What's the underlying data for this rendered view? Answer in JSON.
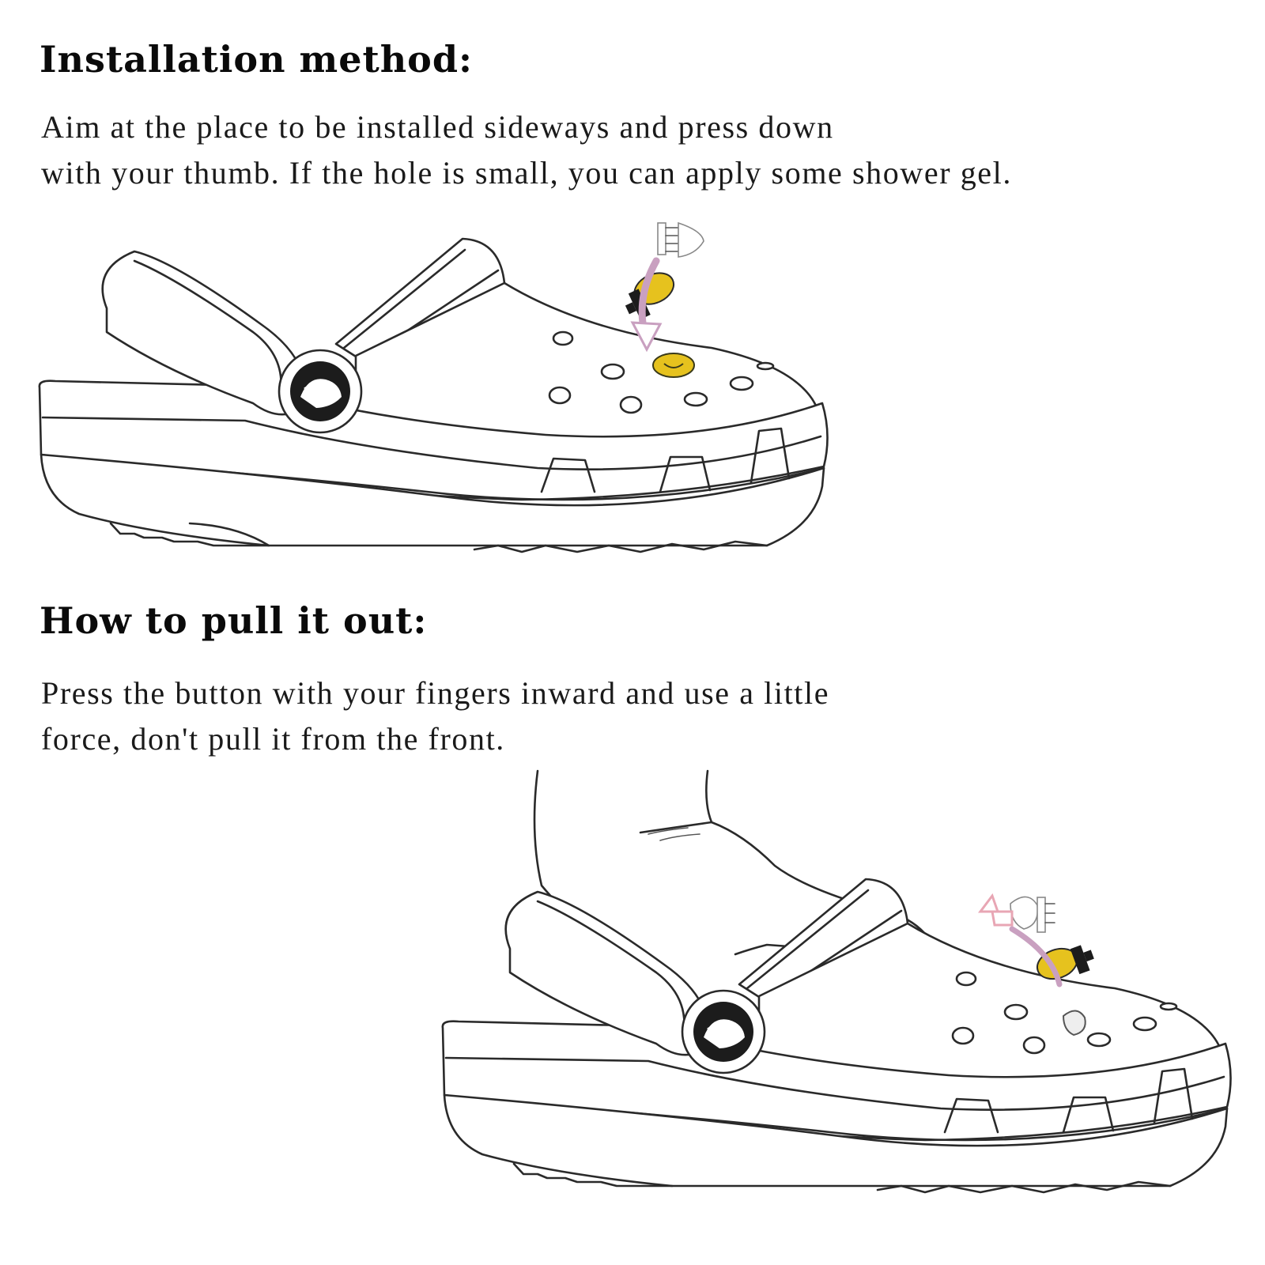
{
  "sections": [
    {
      "heading": "Installation method:",
      "lines": [
        "Aim at the place to be installed sideways and press down",
        "with your thumb. If the hole is small, you can apply some shower gel."
      ]
    },
    {
      "heading": "How to pull it out:",
      "lines": [
        "Press the button with your fingers inward and use a little",
        "force, don't pull it from the front."
      ]
    }
  ],
  "colors": {
    "line": "#2a2a2a",
    "charm_yellow": "#e6c21e",
    "arrow_down": "#c9a0c0",
    "arrow_out": "#e8a6b4",
    "logo": "#1c1c1c"
  },
  "icons": [
    "clog-shoe-icon",
    "shoe-charm-icon",
    "arrow-icon",
    "hand-icon",
    "logo-icon"
  ]
}
